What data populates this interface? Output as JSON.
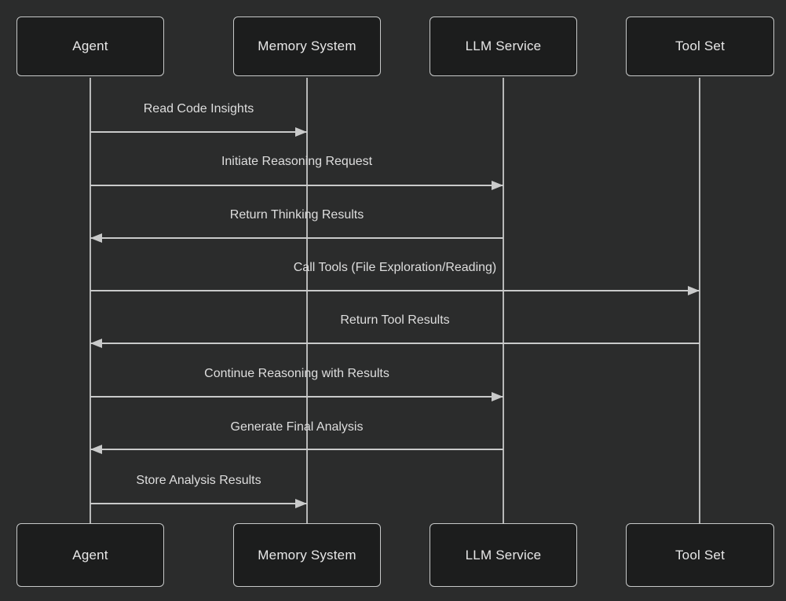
{
  "diagram": {
    "type": "sequence-diagram",
    "theme": "dark",
    "colors": {
      "background": "#2b2c2c",
      "actor_fill": "#1c1d1d",
      "actor_border": "#c6c8c8",
      "lifeline": "#b7b8b8",
      "message_line": "#c9caca",
      "message_text": "#dedede",
      "actor_text": "#e8e8e8"
    },
    "actors": [
      {
        "name": "Agent"
      },
      {
        "name": "Memory System"
      },
      {
        "name": "LLM Service"
      },
      {
        "name": "Tool Set"
      }
    ],
    "messages": [
      {
        "label": "Read Code Insights",
        "from": "Agent",
        "to": "Memory System",
        "line": "solid",
        "direction": "right"
      },
      {
        "label": "Initiate Reasoning Request",
        "from": "Agent",
        "to": "LLM Service",
        "line": "solid",
        "direction": "right"
      },
      {
        "label": "Return Thinking Results",
        "from": "LLM Service",
        "to": "Agent",
        "line": "solid",
        "direction": "left"
      },
      {
        "label": "Call Tools (File Exploration/Reading)",
        "from": "Agent",
        "to": "Tool Set",
        "line": "solid",
        "direction": "right"
      },
      {
        "label": "Return Tool Results",
        "from": "Tool Set",
        "to": "Agent",
        "line": "solid",
        "direction": "left"
      },
      {
        "label": "Continue Reasoning with Results",
        "from": "Agent",
        "to": "LLM Service",
        "line": "solid",
        "direction": "right"
      },
      {
        "label": "Generate Final Analysis",
        "from": "LLM Service",
        "to": "Agent",
        "line": "solid",
        "direction": "left"
      },
      {
        "label": "Store Analysis Results",
        "from": "Agent",
        "to": "Memory System",
        "line": "solid",
        "direction": "right"
      }
    ]
  }
}
